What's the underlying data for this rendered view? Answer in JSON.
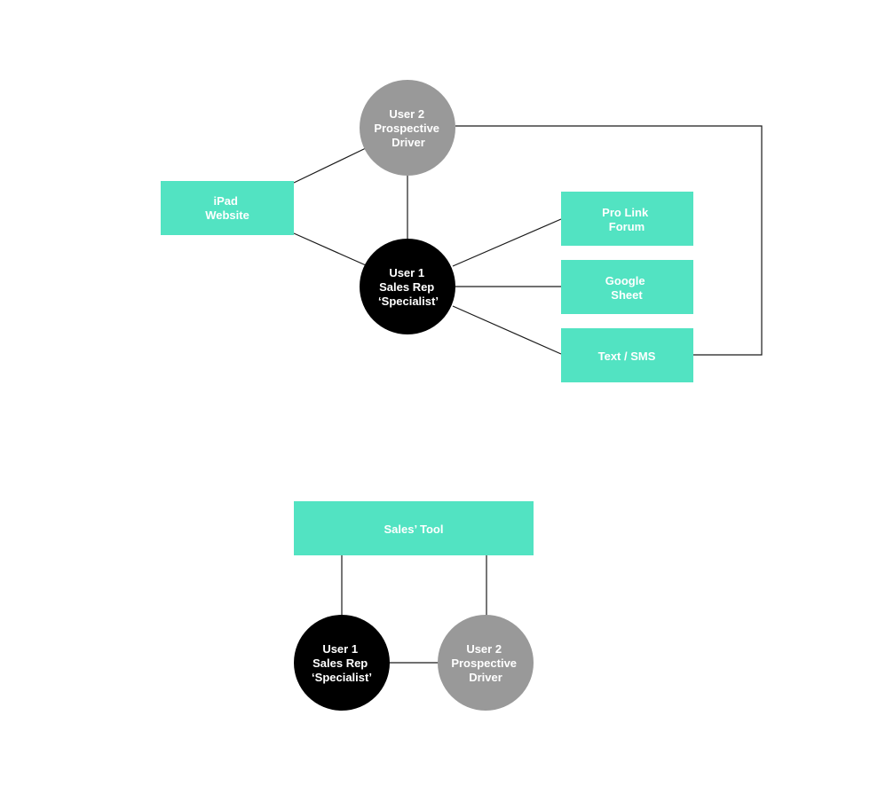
{
  "colors": {
    "box": "#52E3C2",
    "user1": "#000000",
    "user2": "#999999",
    "text": "#ffffff",
    "line": "#1a1a1a"
  },
  "diagram_top": {
    "user2": {
      "lines": [
        "User 2",
        "Prospective",
        "Driver"
      ]
    },
    "user1": {
      "lines": [
        "User 1",
        "Sales Rep",
        "‘Specialist’"
      ]
    },
    "ipad": {
      "lines": [
        "iPad",
        "Website"
      ]
    },
    "pro_link": {
      "lines": [
        "Pro Link",
        "Forum"
      ]
    },
    "google_sheet": {
      "lines": [
        "Google",
        "Sheet"
      ]
    },
    "text_sms": {
      "lines": [
        "Text / SMS"
      ]
    }
  },
  "diagram_bottom": {
    "sales_tool": {
      "lines": [
        "Sales’ Tool"
      ]
    },
    "user1": {
      "lines": [
        "User 1",
        "Sales Rep",
        "‘Specialist’"
      ]
    },
    "user2": {
      "lines": [
        "User 2",
        "Prospective",
        "Driver"
      ]
    }
  }
}
